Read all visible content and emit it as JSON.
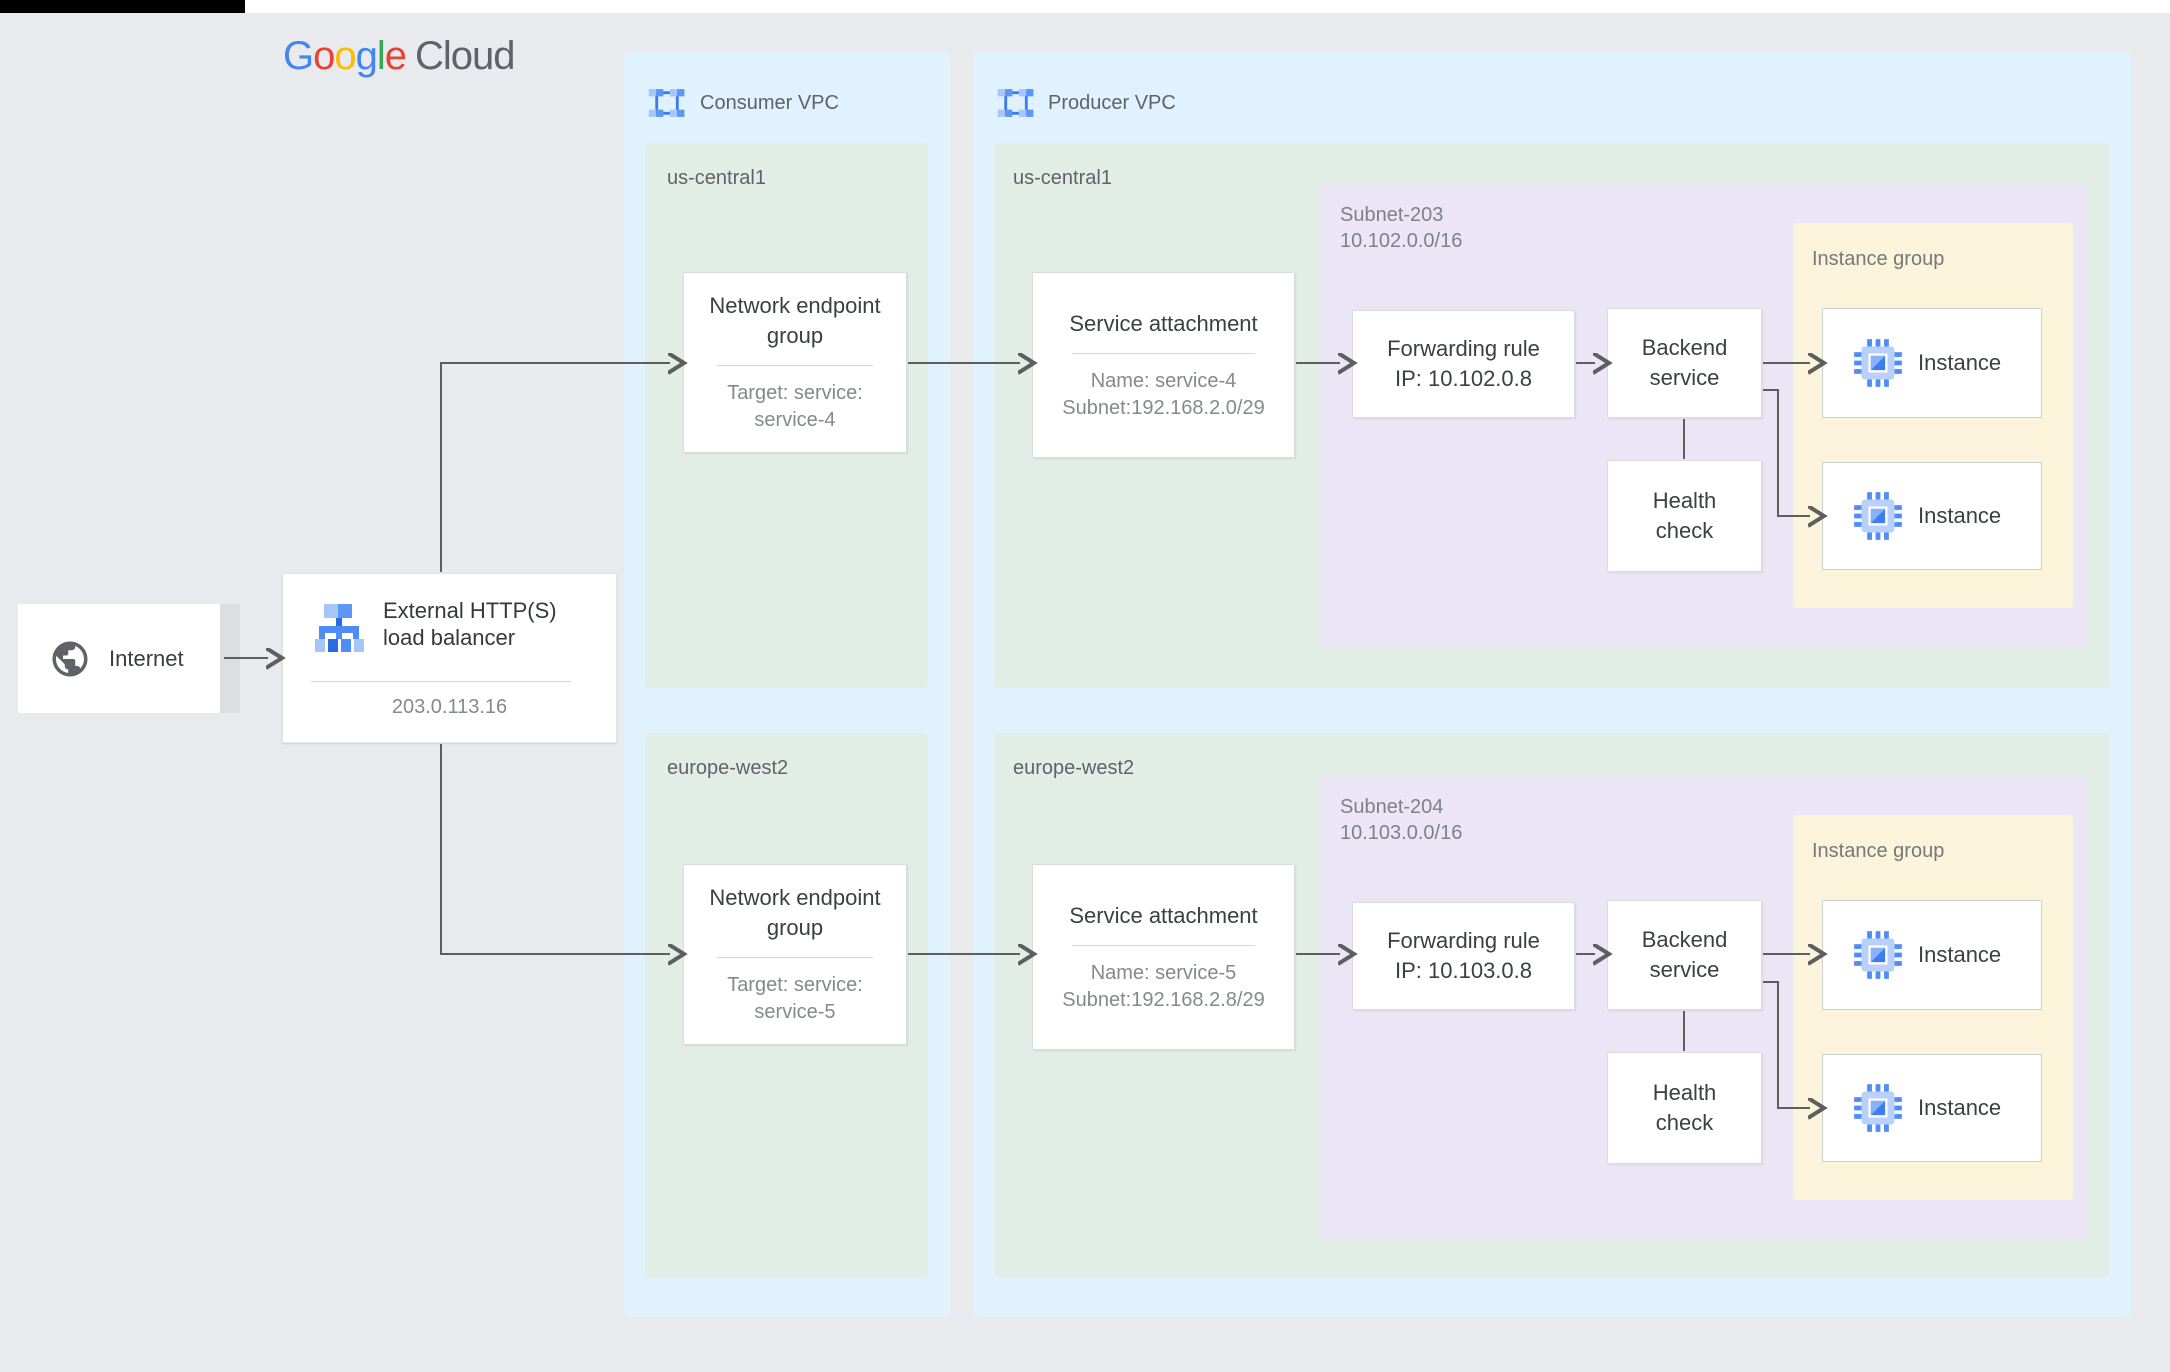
{
  "logo": {
    "g1": "G",
    "g2": "o",
    "g3": "o",
    "g4": "g",
    "g5": "l",
    "g6": "e",
    "cloud": "Cloud"
  },
  "internet": {
    "label": "Internet"
  },
  "load_balancer": {
    "title": "External HTTP(S) load balancer",
    "ip": "203.0.113.16"
  },
  "consumer_vpc": {
    "label": "Consumer VPC",
    "regions": [
      {
        "name": "us-central1",
        "neg": {
          "title": "Network endpoint group",
          "subtitle": "Target: service: service-4"
        }
      },
      {
        "name": "europe-west2",
        "neg": {
          "title": "Network endpoint group",
          "subtitle": "Target: service: service-5"
        }
      }
    ]
  },
  "producer_vpc": {
    "label": "Producer VPC",
    "regions": [
      {
        "name": "us-central1",
        "service_attachment": {
          "title": "Service attachment",
          "name_line": "Name: service-4",
          "subnet_line": "Subnet:192.168.2.0/29"
        },
        "subnet": {
          "name": "Subnet-203",
          "cidr": "10.102.0.0/16",
          "forwarding_rule": {
            "title": "Forwarding rule",
            "ip_line": "IP: 10.102.0.8"
          },
          "backend_service": "Backend service",
          "health_check": "Health check",
          "instance_group": {
            "label": "Instance group",
            "instances": [
              "Instance",
              "Instance"
            ]
          }
        }
      },
      {
        "name": "europe-west2",
        "service_attachment": {
          "title": "Service attachment",
          "name_line": "Name: service-5",
          "subnet_line": "Subnet:192.168.2.8/29"
        },
        "subnet": {
          "name": "Subnet-204",
          "cidr": "10.103.0.0/16",
          "forwarding_rule": {
            "title": "Forwarding rule",
            "ip_line": "IP: 10.103.0.8"
          },
          "backend_service": "Backend service",
          "health_check": "Health check",
          "instance_group": {
            "label": "Instance group",
            "instances": [
              "Instance",
              "Instance"
            ]
          }
        }
      }
    ]
  },
  "colors": {
    "page_bg": "#e8eaed",
    "vpc_bg": "#e0f2fd",
    "region_bg": "#e2eee5",
    "subnet_bg": "#ebe5f6",
    "instance_group_bg": "#fcf3db",
    "arrow": "#5c5e60",
    "google_blue": "#4285F4",
    "google_red": "#EA4335",
    "google_yellow": "#FBBC04",
    "google_green": "#34A853"
  }
}
